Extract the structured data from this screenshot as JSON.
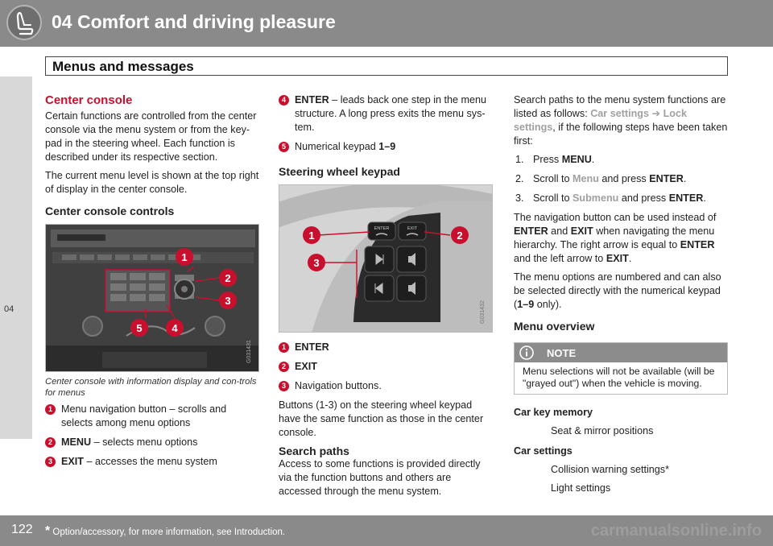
{
  "header": {
    "title": "04 Comfort and driving pleasure",
    "section": "Menus and messages",
    "icon": "seat-icon"
  },
  "sidetab": {
    "label": "04"
  },
  "col1": {
    "heading": "Center console",
    "para1": "Certain functions are controlled from the center console via the menu system or from the key-pad in the steering wheel. Each function is described under its respective section.",
    "para2": "The current menu level is shown at the top right of display in the center console.",
    "subheading": "Center console controls",
    "figure_code": "G031431",
    "caption": "Center console with information display and con-trols for menus",
    "items": [
      {
        "n": "1",
        "bold": "",
        "text": "Menu navigation button – scrolls and selects among menu options"
      },
      {
        "n": "2",
        "bold": "MENU",
        "text": " – selects menu options"
      },
      {
        "n": "3",
        "bold": "EXIT",
        "text": " – accesses the menu system"
      }
    ]
  },
  "col2": {
    "items": [
      {
        "n": "4",
        "bold": "ENTER",
        "text": " – leads back one step in the menu structure. A long press exits the menu sys-tem."
      },
      {
        "n": "5",
        "bold": "",
        "text": "Numerical keypad ",
        "bold2": "1–9"
      }
    ],
    "subheading": "Steering wheel keypad",
    "figure_code": "G031432",
    "buttons": {
      "enter": "ENTER",
      "exit": "EXIT"
    },
    "legend": [
      {
        "n": "1",
        "bold": "ENTER",
        "text": ""
      },
      {
        "n": "2",
        "bold": "EXIT",
        "text": ""
      },
      {
        "n": "3",
        "bold": "",
        "text": "Navigation buttons."
      }
    ],
    "para1": "Buttons (1-3) on the steering wheel keypad have the same function as those in the center console.",
    "subheading2": "Search paths",
    "para2": "Access to some functions is provided directly via the function buttons and others are accessed through the menu system."
  },
  "col3": {
    "intro_a": "Search paths to the menu system functions are listed as follows: ",
    "path1": "Car settings",
    "path2": "Lock settings",
    "intro_b": ", if the following steps have been taken first:",
    "steps": [
      {
        "n": "1.",
        "a": "Press ",
        "hl": "",
        "b": "",
        "bold": "MENU",
        "end": "."
      },
      {
        "n": "2.",
        "a": "Scroll to ",
        "hl": "Menu",
        "b": " and press ",
        "bold": "ENTER",
        "end": "."
      },
      {
        "n": "3.",
        "a": "Scroll to ",
        "hl": "Submenu",
        "b": " and press ",
        "bold": "ENTER",
        "end": "."
      }
    ],
    "nav_a": "The navigation button can be used instead of ",
    "nav_enter": "ENTER",
    "nav_b": " and ",
    "nav_exit": "EXIT",
    "nav_c": " when navigating the menu hierarchy. The right arrow is equal to ",
    "nav_enter2": "ENTER",
    "nav_d": " and the left arrow to ",
    "nav_exit2": "EXIT",
    "nav_e": ".",
    "opt_a": "The menu options are numbered and can also be selected directly with the numerical keypad (",
    "opt_b": "1–9",
    "opt_c": " only).",
    "subheading": "Menu overview",
    "note_title": "NOTE",
    "note_text": "Menu selections will not be available (will be \"grayed out\") when the vehicle is moving.",
    "menu": {
      "h1": "Car key memory",
      "i1": "Seat & mirror positions",
      "h2": "Car settings",
      "i2": "Collision warning settings*",
      "i3": "Light settings"
    }
  },
  "footer": {
    "page": "122",
    "star": "*",
    "note": " Option/accessory, for more information, see Introduction.",
    "watermark": "carmanualsonline.info"
  },
  "colors": {
    "accent": "#c8102e",
    "band": "#8a8a8a",
    "highlight": "#a0a0a0"
  }
}
